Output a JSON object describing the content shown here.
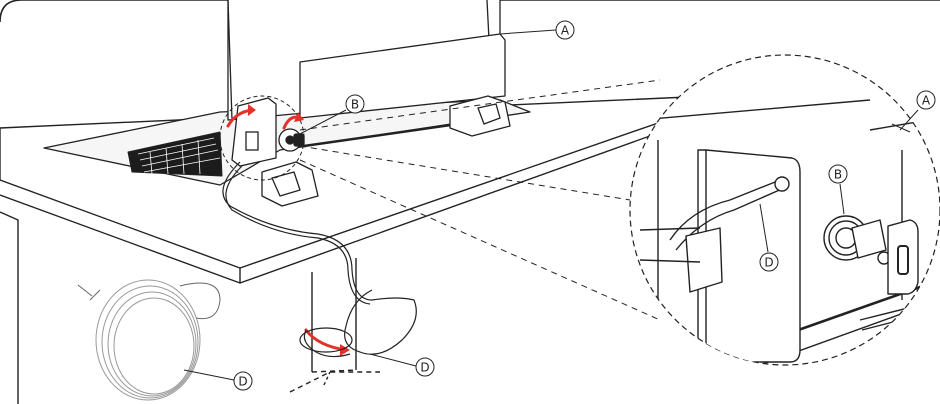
{
  "callouts": {
    "a_main": "A",
    "b_main": "B",
    "d_cable": "D",
    "a_zoom": "A",
    "b_zoom": "B",
    "d_zoom": "D",
    "d_pole": "D"
  },
  "colors": {
    "line": "#222222",
    "accent_red": "#e4322b",
    "background": "#ffffff"
  },
  "icons": {
    "rotate_arrow": "curved-red-arrow"
  }
}
